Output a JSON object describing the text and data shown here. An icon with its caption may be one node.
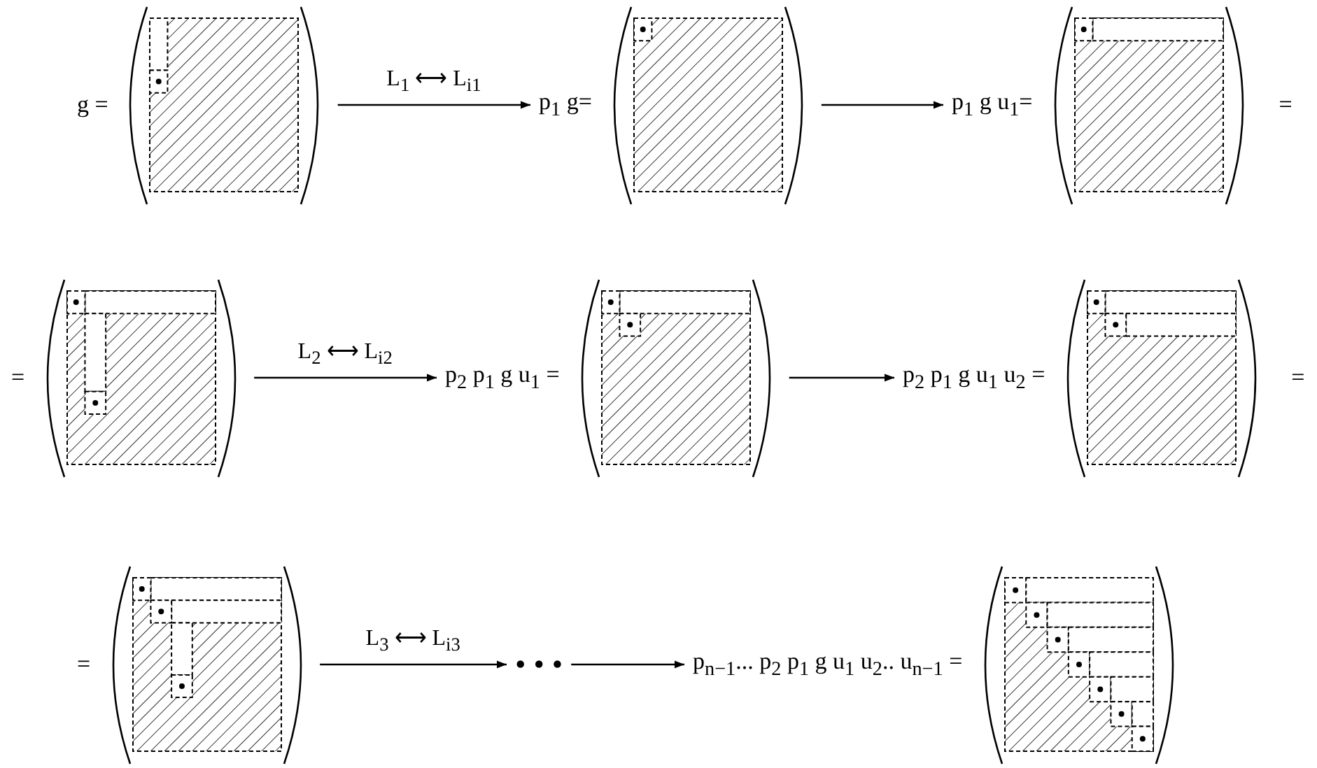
{
  "diagram": {
    "nodes": [
      {
        "text": [],
        "shape": "picture",
        "beside": [
          "g ="
        ]
      },
      {
        "text": [],
        "shape": "picture",
        "beside": [
          "p$_{1}$ g="
        ]
      },
      {
        "text": [],
        "shape": "picture",
        "beside": [
          "p$_{1}$ g u$_{1}$=",
          "="
        ]
      },
      {
        "text": [],
        "shape": "picture",
        "beside": [
          "="
        ]
      },
      {
        "text": [],
        "shape": "picture",
        "beside": [
          "p$_{2}$ p$_{1}$ g u$_{1}$ ="
        ]
      },
      {
        "text": [],
        "shape": "picture",
        "beside": [
          "p$_{2}$ p$_{1}$ g u$_{1}$ u$_{2}$ =",
          "="
        ]
      },
      {
        "text": [],
        "shape": "picture",
        "beside": [
          "="
        ]
      },
      {
        "text": [
          "• • •"
        ]
      },
      {
        "text": [],
        "shape": "picture",
        "beside": [
          "p$_{n−1}$... p$_{2}$ p$_{1}$ g u$_{1}$ u$_{2}$.. u$_{n−1}$ ="
        ]
      }
    ],
    "edges": [
      {
        "from": 0,
        "to": 1,
        "arrow": "to",
        "label": "L$_{1}$ ⟷ L$_{i1}$"
      },
      {
        "from": 1,
        "to": 2,
        "arrow": "to"
      },
      {
        "from": 3,
        "to": 4,
        "arrow": "to",
        "label": "L$_{2}$ ⟷ L$_{i2}$"
      },
      {
        "from": 4,
        "to": 5,
        "arrow": "to"
      },
      {
        "from": 6,
        "to": 7,
        "arrow": "to",
        "label": "L$_{3}$ ⟷ L$_{i3}$"
      },
      {
        "from": 7,
        "to": 8,
        "arrow": "to"
      }
    ]
  }
}
